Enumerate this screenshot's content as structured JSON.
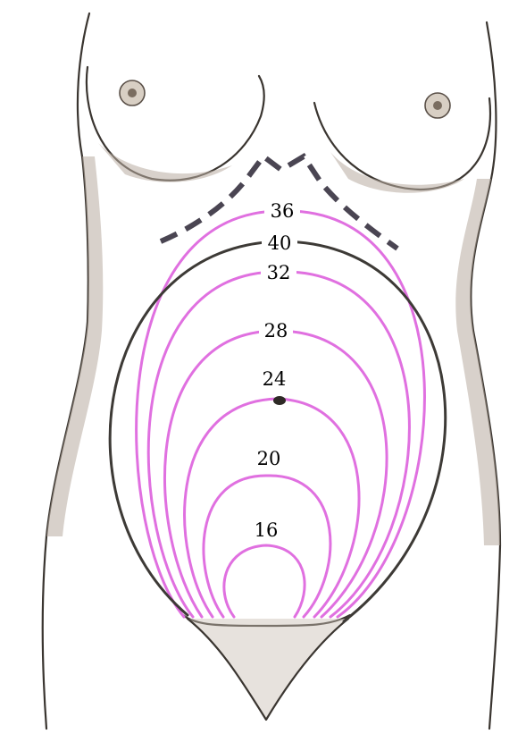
{
  "colors": {
    "uterus_curve": "#e070e0",
    "term_curve": "#3d3a36",
    "outline": "#3a3530",
    "background": "#ffffff"
  },
  "labels": {
    "w16": "16",
    "w20": "20",
    "w24": "24",
    "w28": "28",
    "w32": "32",
    "w36": "36",
    "w40": "40"
  }
}
